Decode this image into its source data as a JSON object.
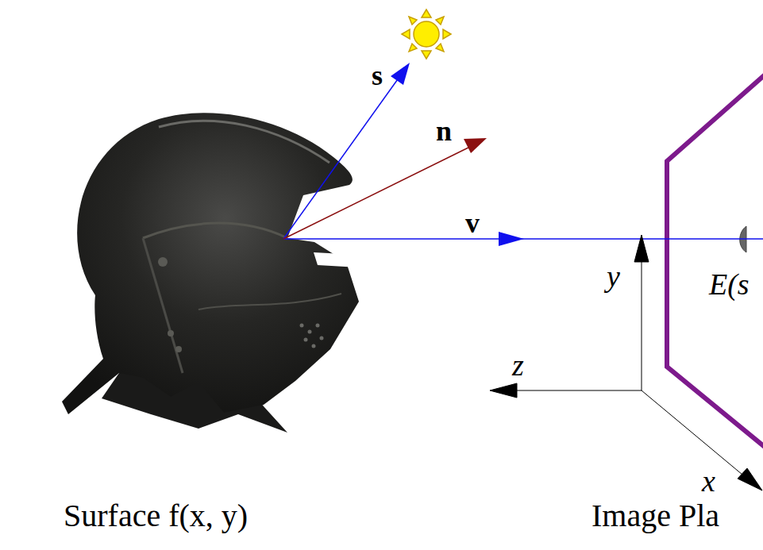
{
  "diagram": {
    "labels": [
      "s",
      "n",
      "v",
      "y",
      "E(s",
      "z",
      "x",
      "Surface f(x, y)",
      "Image Pla"
    ]
  }
}
